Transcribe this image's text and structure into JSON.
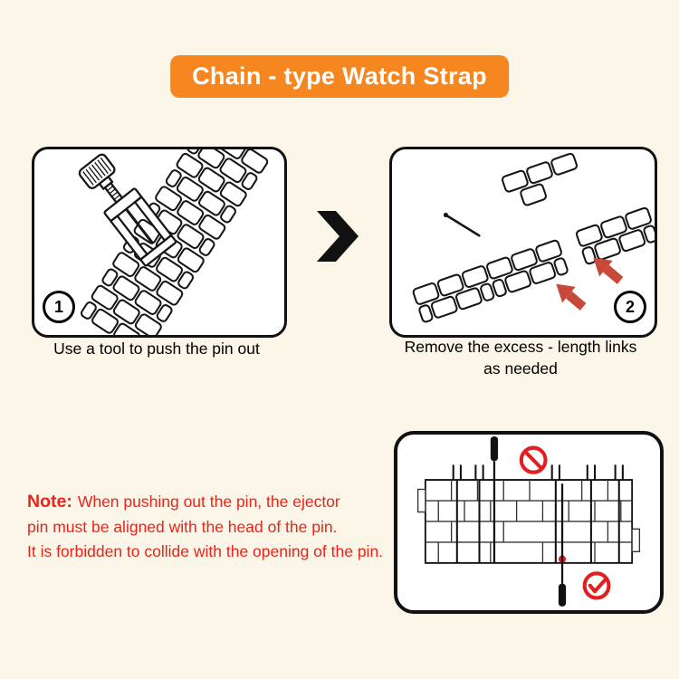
{
  "title": "Chain - type Watch Strap",
  "steps": [
    {
      "number": "1",
      "caption": "Use a tool to push the pin out"
    },
    {
      "number": "2",
      "caption_line1": "Remove the excess - length links",
      "caption_line2": "as needed"
    }
  ],
  "note": {
    "label": "Note:",
    "line1": "When pushing out the pin, the ejector",
    "line2": "pin must be aligned with the head of the pin.",
    "line3": "It is forbidden to collide with the opening of the pin."
  },
  "icons": {
    "between_steps": "chevron-right-icon",
    "step2_pointers": "red-arrow-up-left-icon",
    "alignment_wrong": "prohibition-circle-icon",
    "alignment_right": "check-circle-icon"
  },
  "colors": {
    "background": "#FBF6E8",
    "banner": "#F6861F",
    "banner_text": "#FFFFFF",
    "note_red": "#E8251C",
    "arrow_red": "#C8483A",
    "mark_red": "#E02020",
    "line_black": "#111111"
  }
}
